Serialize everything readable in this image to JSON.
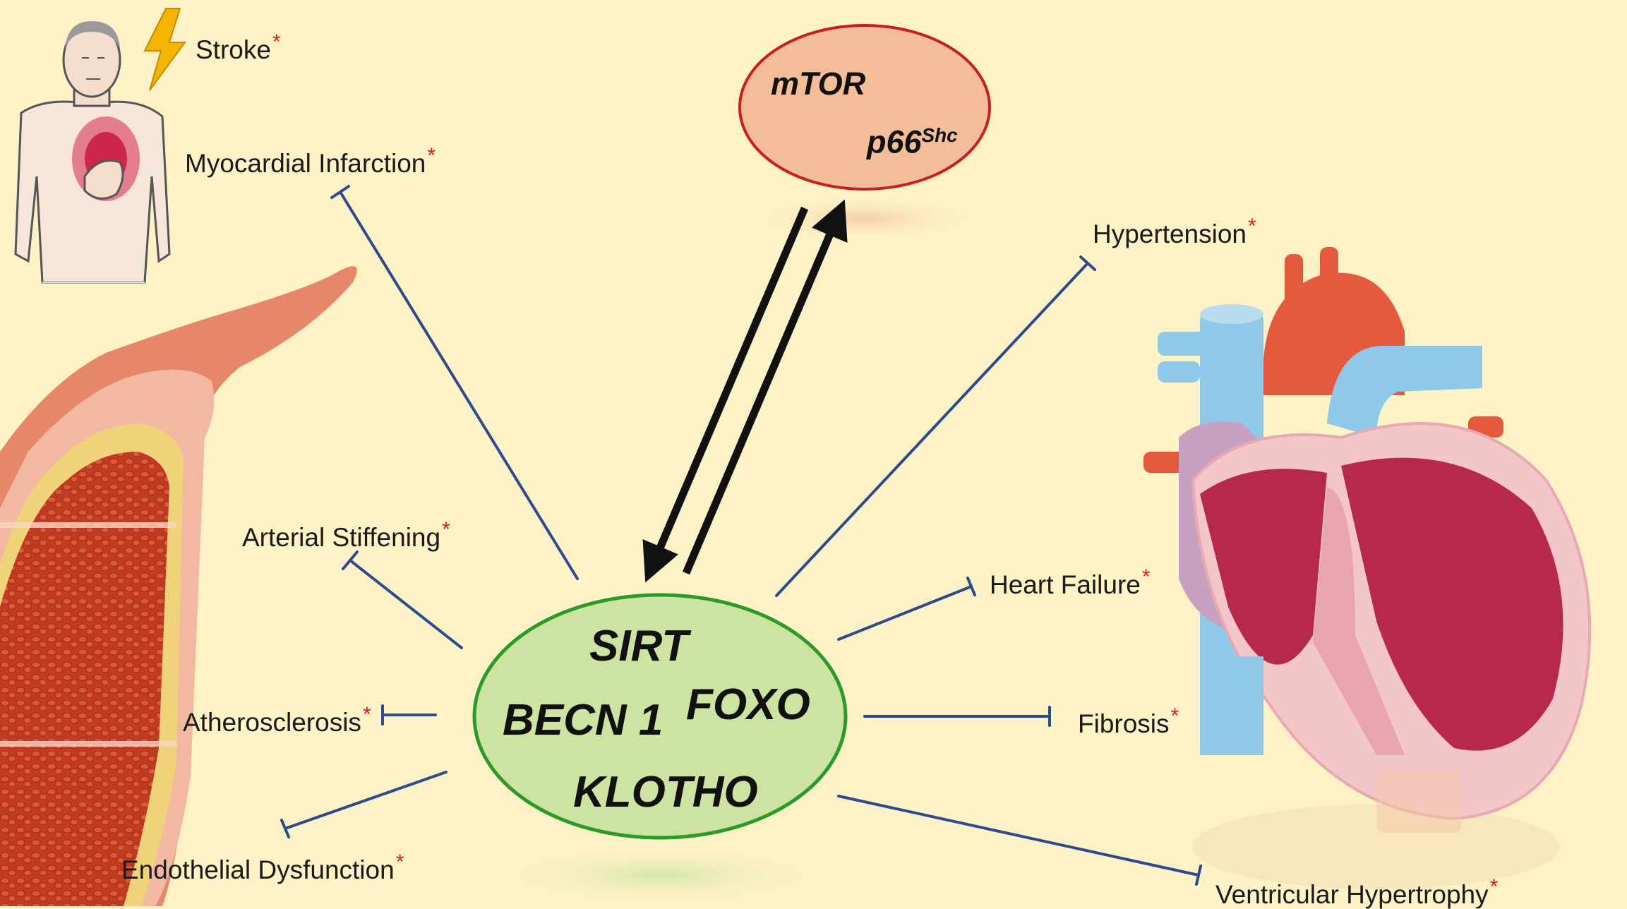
{
  "center_genes": [
    "SIRT",
    "BECN 1",
    "FOXO",
    "KLOTHO"
  ],
  "upstream": {
    "mtor": "mTOR",
    "p66": "p66",
    "p66_sup": "Shc"
  },
  "asterisk": "*",
  "outcomes": {
    "stroke": "Stroke",
    "mi": "Myocardial Infarction",
    "arterial_stiffening": "Arterial Stiffening",
    "atherosclerosis": "Atherosclerosis",
    "endothelial": "Endothelial Dysfunction",
    "hypertension": "Hypertension",
    "heart_failure": "Heart Failure",
    "fibrosis": "Fibrosis",
    "ventricular_hypertrophy": "Ventricular Hypertrophy"
  },
  "colors": {
    "background": "#fdf1c6",
    "center_fill": "#cde3a2",
    "center_border": "#2a9a2a",
    "upstream_fill": "#f2bd98",
    "upstream_border": "#c81e1e",
    "inhibition_line": "#2c4a8e",
    "asterisk": "#d62020"
  }
}
